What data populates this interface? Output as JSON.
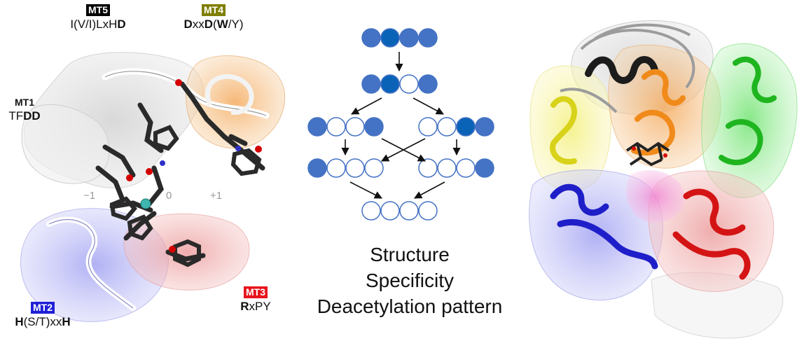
{
  "colors": {
    "mt5": "#000000",
    "mt4": "#7f7f00",
    "mt3": "#e8141c",
    "mt2": "#1f1fd6",
    "filled_circle": "#4472c4",
    "dark_circle": "#0b63b8",
    "arrow": "#111111"
  },
  "motifs": {
    "mt5": {
      "badge": "MT5",
      "seq": [
        "I(V/I)LxH",
        "D"
      ]
    },
    "mt4": {
      "badge": "MT4",
      "seq": [
        "D",
        "xx",
        "D",
        "(",
        "W",
        "/Y)"
      ]
    },
    "mt1": {
      "badge": "MT1",
      "seq": [
        "TF",
        "DD"
      ]
    },
    "mt2": {
      "badge": "MT2",
      "seq": [
        "H",
        "(S/T)xx",
        "H"
      ]
    },
    "mt3": {
      "badge": "MT3",
      "seq": [
        "R",
        "xPY"
      ]
    }
  },
  "subsites": {
    "minus1": "−1",
    "zero": "0",
    "plus1": "+1"
  },
  "caption": [
    "Structure",
    "Specificity",
    "Deacetylation pattern"
  ],
  "pattern_rows": [
    [
      "F",
      "D",
      "F",
      "F"
    ],
    [
      "F",
      "D",
      "E",
      "F"
    ],
    [
      "F",
      "E",
      "E",
      "F"
    ],
    [
      "E",
      "E",
      "D",
      "F"
    ],
    [
      "F",
      "E",
      "E",
      "E"
    ],
    [
      "E",
      "E",
      "E",
      "F"
    ],
    [
      "E",
      "E",
      "E",
      "E"
    ]
  ]
}
